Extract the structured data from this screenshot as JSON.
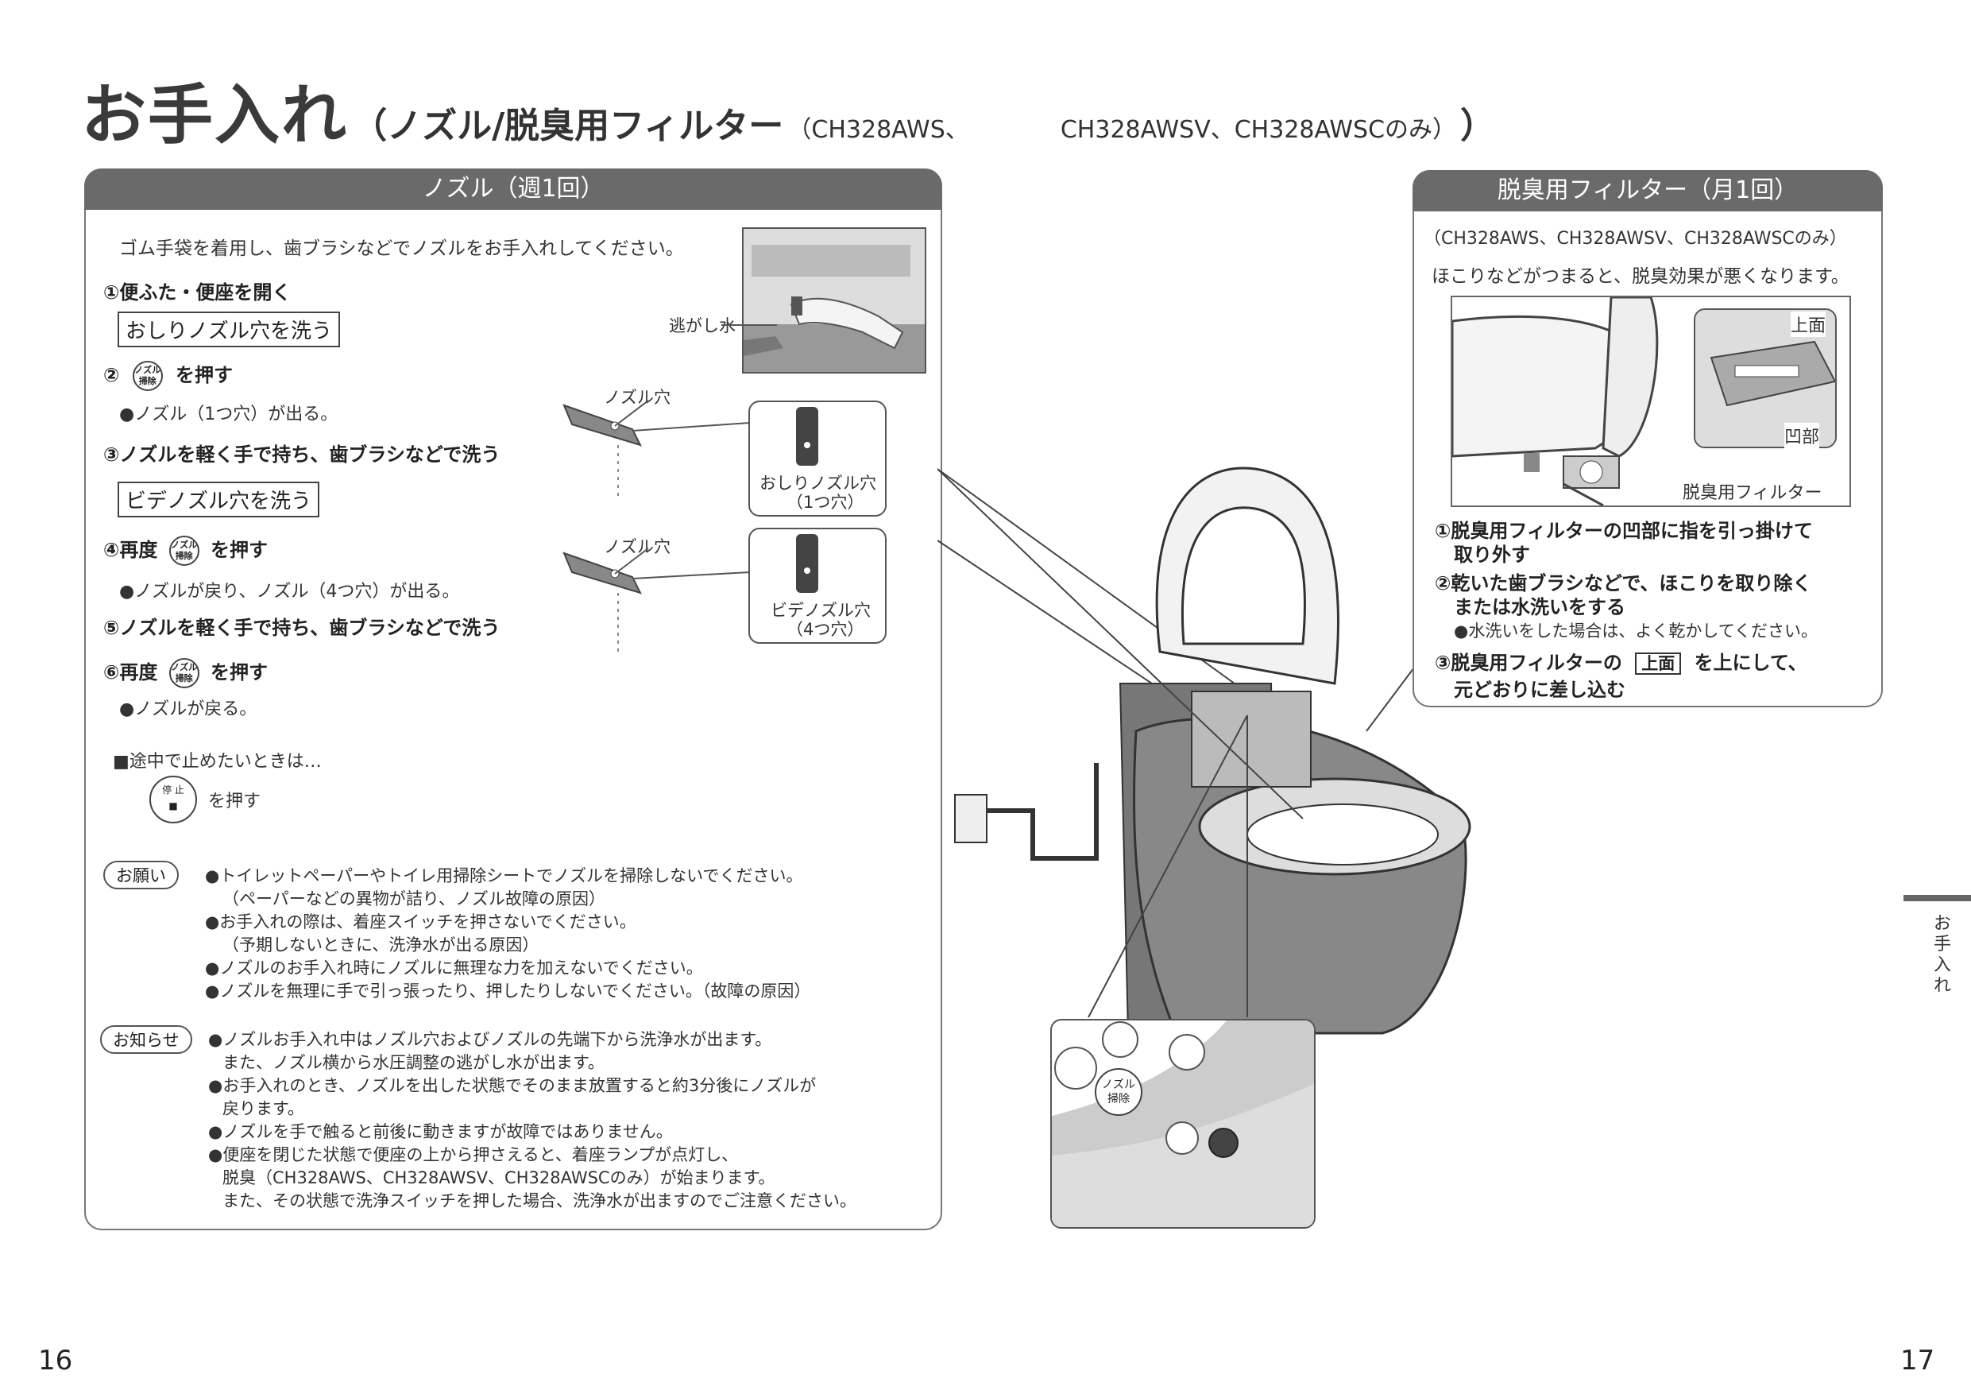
{
  "title": {
    "main": "お手入れ",
    "sub": "（ノズル/脱臭用フィルター",
    "models_a": "（CH328AWS、",
    "models_b": "CH328AWSV、CH328AWSCのみ）",
    "close": "）"
  },
  "nozzle": {
    "header": "ノズル（週1回）",
    "intro": "ゴム手袋を着用し、歯ブラシなどでノズルをお手入れしてください。",
    "step1": "①便ふた・便座を開く",
    "label_oshiri": "おしりノズル穴を洗う",
    "step2_num": "②",
    "step2_tail": "を押す",
    "bullet2": "●ノズル（1つ穴）が出る。",
    "step3": "③ノズルを軽く手で持ち、歯ブラシなどで洗う",
    "label_bide": "ビデノズル穴を洗う",
    "step4_head": "④再度",
    "step4_tail": "を押す",
    "bullet4": "●ノズルが戻り、ノズル（4つ穴）が出る。",
    "step5": "⑤ノズルを軽く手で持ち、歯ブラシなどで洗う",
    "step6_head": "⑥再度",
    "step6_tail": "を押す",
    "bullet6": "●ノズルが戻る。",
    "stop_heading": "■途中で止めたいときは…",
    "stop_tail": "を押す",
    "nozzle_btn_l1": "ノズル",
    "nozzle_btn_l2": "掃除",
    "stop_btn_l1": "停 止",
    "stop_btn_l2": "■",
    "nigashi": "逃がし水",
    "nozzle_hole_1": "ノズル穴",
    "nozzle_hole_2": "ノズル穴",
    "callout1_l1": "おしりノズル穴",
    "callout1_l2": "（1つ穴）",
    "callout2_l1": "ビデノズル穴",
    "callout2_l2": "（4つ穴）",
    "onegai_label": "お願い",
    "onegai": [
      "●トイレットペーパーやトイレ用掃除シートでノズルを掃除しないでください。",
      "（ペーパーなどの異物が詰り、ノズル故障の原因）",
      "●お手入れの際は、着座スイッチを押さないでください。",
      "（予期しないときに、洗浄水が出る原因）",
      "●ノズルのお手入れ時にノズルに無理な力を加えないでください。",
      "●ノズルを無理に手で引っ張ったり、押したりしないでください。（故障の原因）"
    ],
    "oshirase_label": "お知らせ",
    "oshirase": [
      "●ノズルお手入れ中はノズル穴およびノズルの先端下から洗浄水が出ます。",
      "また、ノズル横から水圧調整の逃がし水が出ます。",
      "●お手入れのとき、ノズルを出した状態でそのまま放置すると約3分後にノズルが",
      "戻ります。",
      "●ノズルを手で触ると前後に動きますが故障ではありません。",
      "●便座を閉じた状態で便座の上から押さえると、着座ランプが点灯し、",
      "脱臭（CH328AWS、CH328AWSV、CH328AWSCのみ）が始まります。",
      "また、その状態で洗浄スイッチを押した場合、洗浄水が出ますのでご注意ください。"
    ]
  },
  "filter": {
    "header": "脱臭用フィルター（月1回）",
    "models": "（CH328AWS、CH328AWSV、CH328AWSCのみ）",
    "intro": "ほこりなどがつまると、脱臭効果が悪くなります。",
    "label_top": "上面",
    "label_dent": "凹部",
    "label_filter": "脱臭用フィルター",
    "step1_l1": "①脱臭用フィルターの凹部に指を引っ掛けて",
    "step1_l2": "取り外す",
    "step2_l1": "②乾いた歯ブラシなどで、ほこりを取り除く",
    "step2_l2": "または水洗いをする",
    "step2_bullet": "●水洗いをした場合は、よく乾かしてください。",
    "step3_head": "③脱臭用フィルターの",
    "step3_tag": "上面",
    "step3_tail": "を上にして、",
    "step3_l2": "元どおりに差し込む"
  },
  "panel_btn_l1": "ノズル",
  "panel_btn_l2": "掃除",
  "side_tab": "お手入れ",
  "page_left": "16",
  "page_right": "17"
}
